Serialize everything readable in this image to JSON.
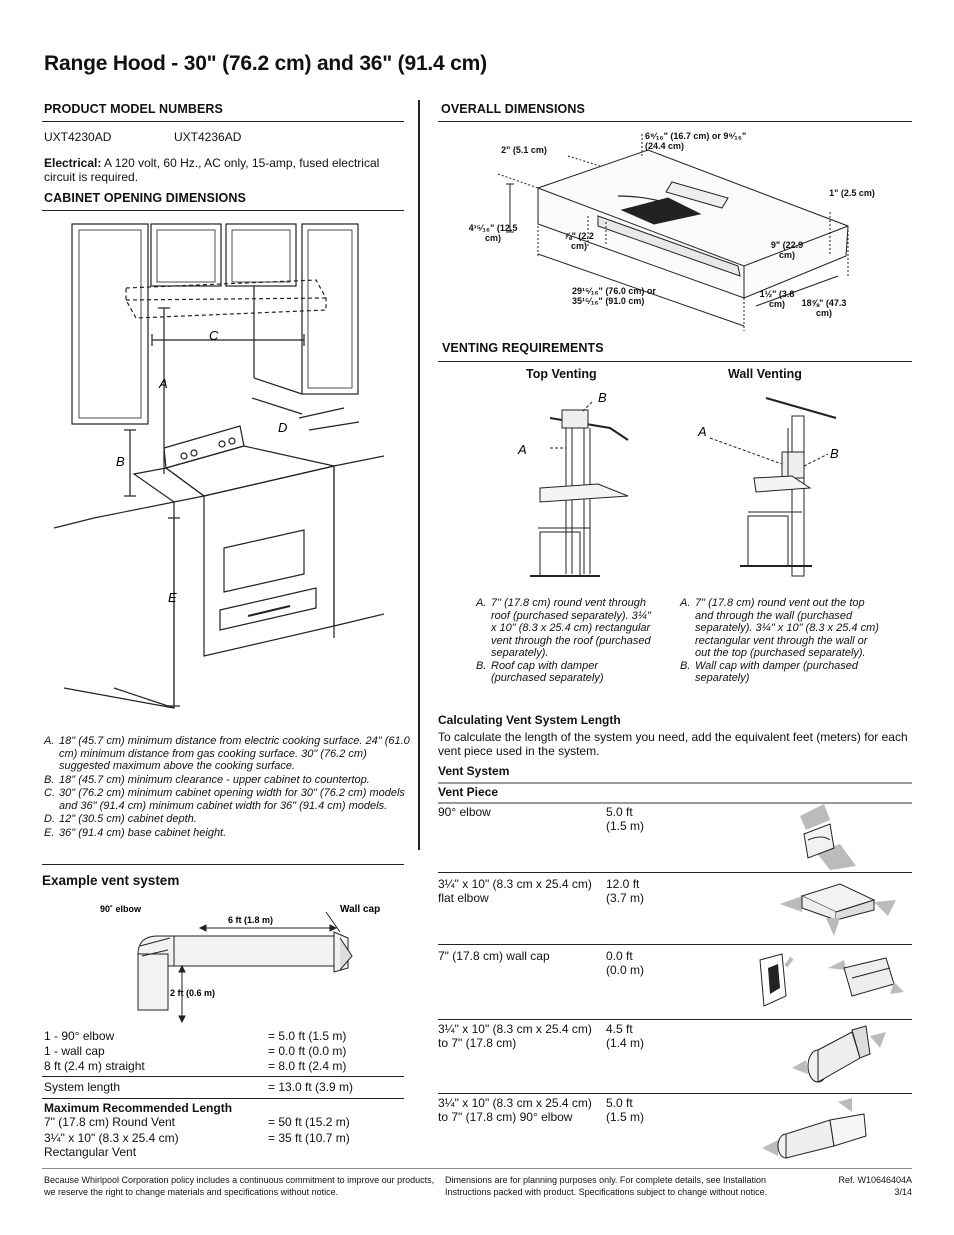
{
  "title": "Range Hood - 30\" (76.2 cm) and 36\" (91.4 cm)",
  "product": {
    "heading": "PRODUCT MODEL NUMBERS",
    "models": [
      "UXT4230AD",
      "UXT4236AD"
    ],
    "electrical_label": "Electrical:",
    "electrical_text": " A 120 volt, 60 Hz., AC only, 15-amp, fused electrical circuit is required."
  },
  "cabinet": {
    "heading": "CABINET OPENING DIMENSIONS",
    "letters": {
      "a": "A",
      "b": "B",
      "c": "C",
      "d": "D",
      "e": "E"
    },
    "notes": [
      {
        "letter": "A.",
        "text": "18\" (45.7 cm) minimum distance from electric cooking surface. 24\" (61.0 cm) minimum distance from gas cooking surface. 30\" (76.2 cm) suggested maximum above the cooking surface."
      },
      {
        "letter": "B.",
        "text": "18\" (45.7 cm) minimum clearance - upper cabinet to countertop."
      },
      {
        "letter": "C.",
        "text": "30\" (76.2 cm) minimum cabinet opening width for  30\" (76.2 cm) models and 36\" (91.4 cm) minimum cabinet width for 36\" (91.4 cm) models."
      },
      {
        "letter": "D.",
        "text": "12\" (30.5 cm) cabinet depth."
      },
      {
        "letter": "E.",
        "text": "36\" (91.4 cm) base cabinet height."
      }
    ]
  },
  "example": {
    "heading": "Example vent system",
    "labels": {
      "elbow": "90˚ elbow",
      "run": "6 ft (1.8 m)",
      "wallcap": "Wall cap",
      "drop": "2 ft (0.6 m)"
    },
    "rows": [
      {
        "item": "1 - 90° elbow",
        "value": "= 5.0 ft (1.5 m)"
      },
      {
        "item": "1 - wall cap",
        "value": "= 0.0 ft (0.0 m)"
      },
      {
        "item": "8 ft (2.4 m) straight",
        "value": "= 8.0 ft (2.4 m)"
      }
    ],
    "total_label": "System length",
    "total_value": "= 13.0 ft (3.9 m)",
    "max_heading": "Maximum Recommended Length",
    "max_rows": [
      {
        "item": "7\" (17.8 cm) Round Vent",
        "value": "= 50 ft (15.2 m)"
      },
      {
        "item": "3¼\" x 10\" (8.3 x 25.4 cm) Rectangular Vent",
        "value": "= 35 ft (10.7 m)"
      }
    ]
  },
  "overall": {
    "heading": "OVERALL DIMENSIONS",
    "dims": {
      "top": "6⁹⁄₁₆\" (16.7 cm) or 9⁹⁄₁₆\" (24.4 cm)",
      "two": "2\" (5.1 cm)",
      "one": "1\" (2.5 cm)",
      "height": "4¹⁵⁄₁₆\" (12.5 cm)",
      "seven8": "⅞\" (2.2 cm)",
      "nine": "9\" (22.9 cm)",
      "width": "29¹⁵⁄₁₆\" (76.0 cm) or 35¹⁵⁄₁₆\" (91.0 cm)",
      "onehalf": "1½\" (3.8 cm)",
      "depth": "18⅝\" (47.3 cm)"
    }
  },
  "venting": {
    "heading": "VENTING REQUIREMENTS",
    "top_title": "Top Venting",
    "wall_title": "Wall Venting",
    "letters": {
      "a": "A",
      "b": "B"
    },
    "top_notes": [
      {
        "letter": "A.",
        "text": "7\" (17.8 cm) round vent through roof (purchased separately). 3¼\" x 10\" (8.3 x 25.4 cm) rectangular vent through the roof (purchased separately)."
      },
      {
        "letter": "B.",
        "text": "Roof cap with damper (purchased separately)"
      }
    ],
    "wall_notes": [
      {
        "letter": "A.",
        "text": "7\" (17.8 cm) round vent out the top and through the wall (purchased separately). 3¼\" x 10\" (8.3 x 25.4 cm) rectangular vent through the wall or out the top (purchased separately)."
      },
      {
        "letter": "B.",
        "text": "Wall cap with damper (purchased separately)"
      }
    ]
  },
  "calc": {
    "heading": "Calculating Vent System Length",
    "text": "To calculate the length of the system you need, add the equivalent feet (meters) for each vent piece used in the system.",
    "system_label": "Vent System",
    "piece_label": "Vent Piece",
    "pieces": [
      {
        "name": "90° elbow",
        "value": "5.0 ft\n(1.5 m)",
        "icon": "elbow-vent-icon"
      },
      {
        "name": "3¼\" x 10\" (8.3 cm x 25.4 cm) flat elbow",
        "value": "12.0 ft\n(3.7 m)",
        "icon": "flat-elbow-icon"
      },
      {
        "name": "7\" (17.8 cm) wall cap",
        "value": "0.0 ft\n(0.0 m)",
        "icon": "wall-cap-icon"
      },
      {
        "name": "3¼\" x 10\" (8.3 cm x 25.4 cm) to 7\" (17.8 cm)",
        "value": "4.5 ft\n(1.4 m)",
        "icon": "transition-icon"
      },
      {
        "name": "3¼\" x 10\" (8.3 cm x 25.4 cm) to 7\" (17.8 cm) 90° elbow",
        "value": "5.0 ft\n(1.5 m)",
        "icon": "transition-elbow-icon"
      }
    ]
  },
  "footer": {
    "left": "Because Whirlpool Corporation policy includes a continuous commitment to improve our products, we reserve the right to change materials and specifications without notice.",
    "middle": "Dimensions are for planning purposes only. For complete details, see Installation Instructions packed with product. Specifications subject to change without notice.",
    "ref": "Ref. W10646404A",
    "date": "3/14"
  }
}
